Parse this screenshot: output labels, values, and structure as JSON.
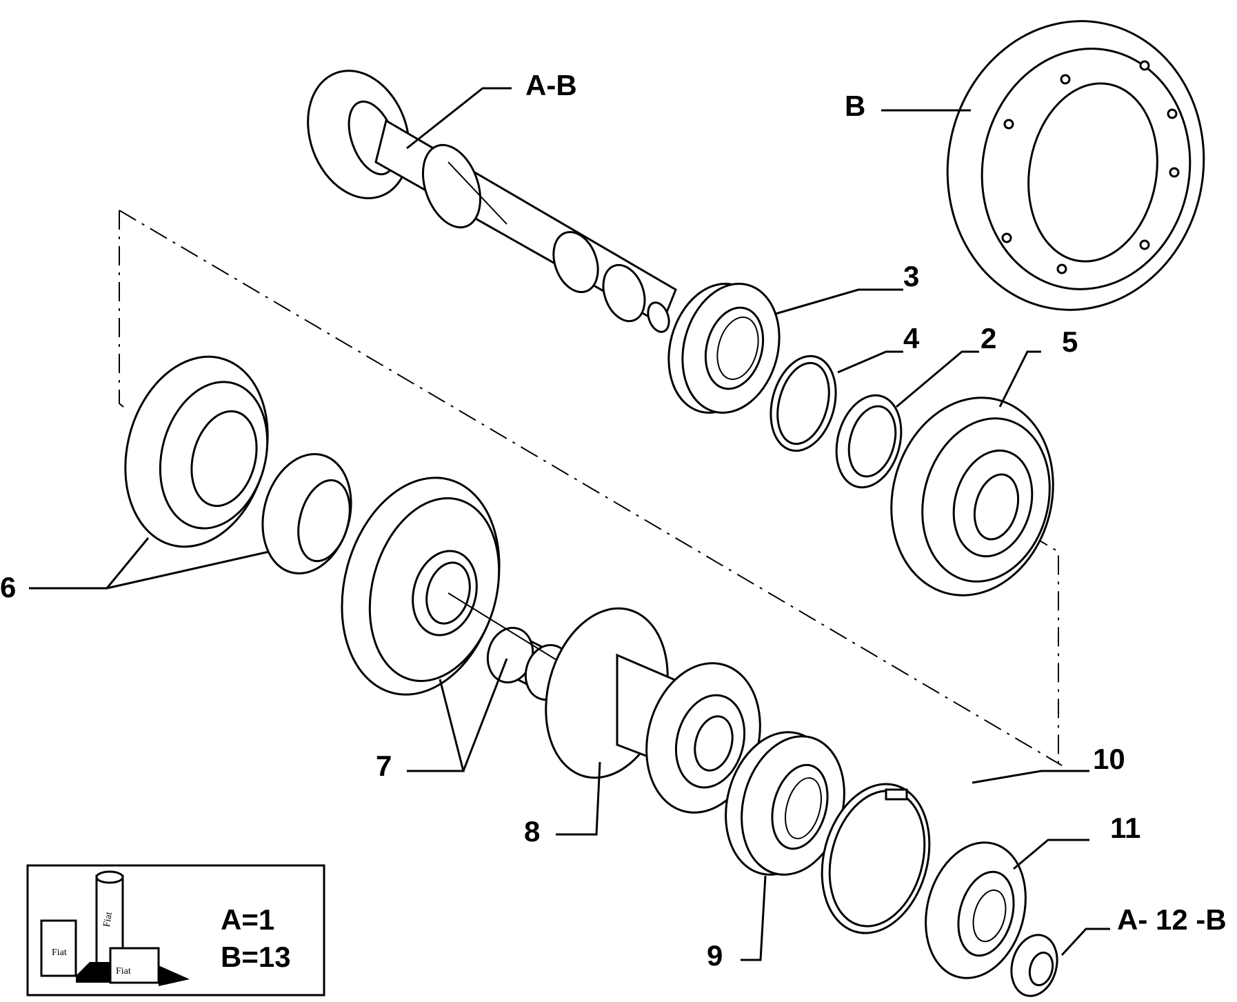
{
  "labels": {
    "ab": "A-B",
    "b": "B",
    "p3": "3",
    "p4": "4",
    "p2": "2",
    "p5": "5",
    "p6": "6",
    "p7": "7",
    "p8": "8",
    "p9": "9",
    "p10": "10",
    "p11": "11",
    "a12b": "A- 12 -B"
  },
  "legend": {
    "a_value": "A=1",
    "b_value": "B=13",
    "brand_text": "Fiat"
  }
}
